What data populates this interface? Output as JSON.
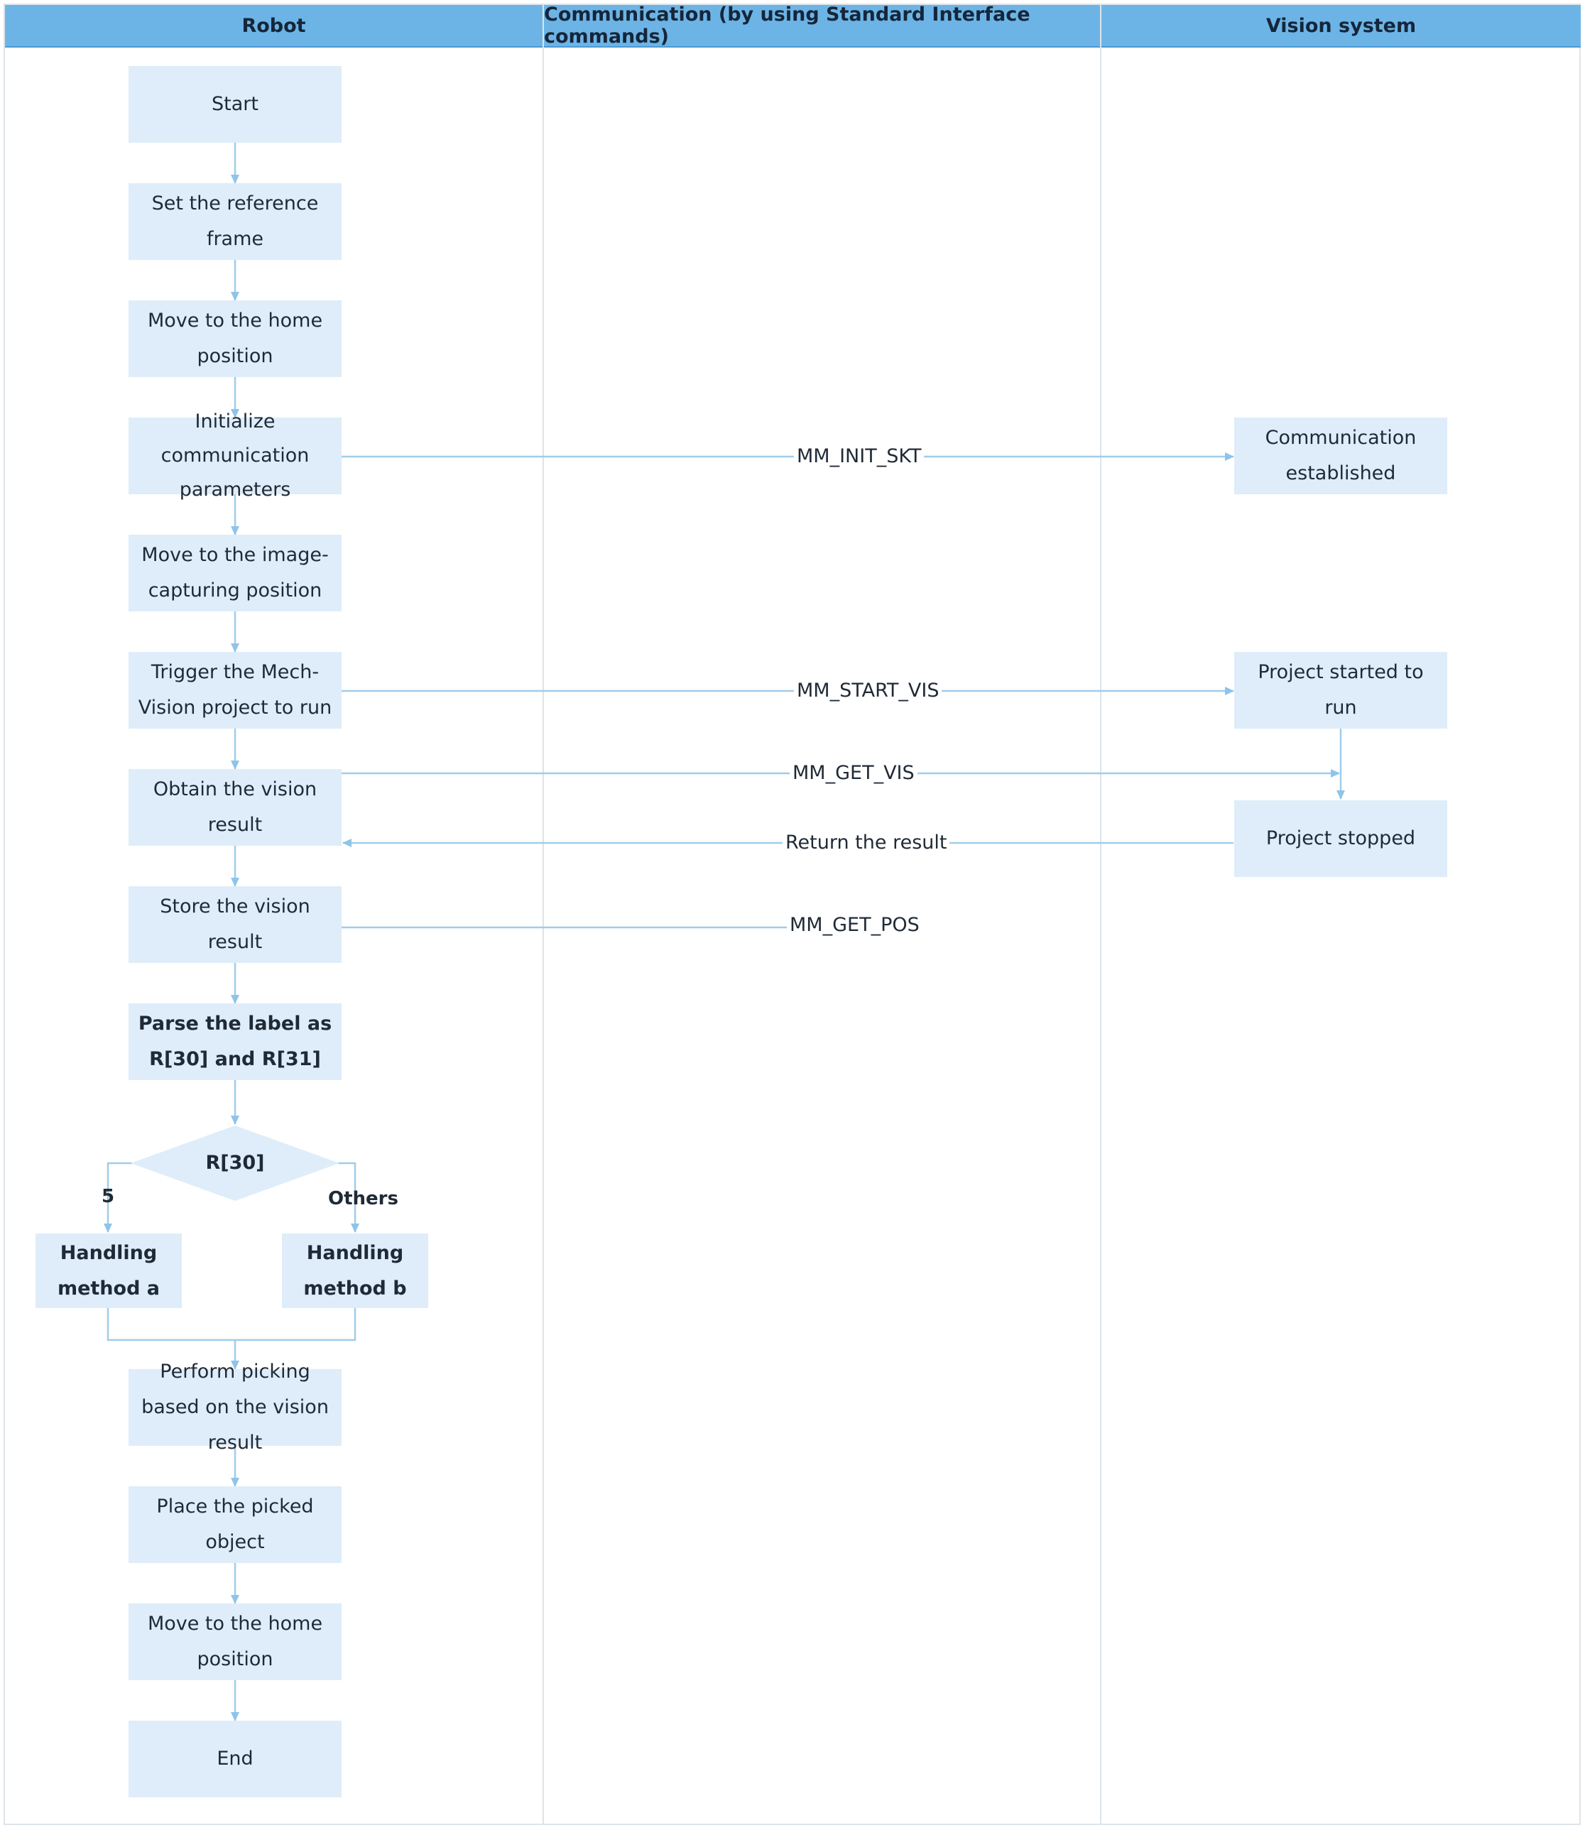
{
  "lanes": {
    "robot": "Robot",
    "communication": "Communication (by using Standard Interface commands)",
    "vision": "Vision system"
  },
  "robot_steps": {
    "start": "Start",
    "set_ref_frame": "Set the reference frame",
    "move_home_1": "Move to the home position",
    "init_comm": "Initialize communication parameters",
    "move_capture": "Move to the image-capturing position",
    "trigger_project": "Trigger the Mech-Vision project to run",
    "obtain_result": "Obtain the vision result",
    "store_result": "Store the vision result",
    "parse_label": "Parse the label as R[30] and R[31]",
    "decision": "R[30]",
    "method_a": "Handling method a",
    "method_b": "Handling method b",
    "perform_picking": "Perform picking based on the vision result",
    "place_object": "Place the picked object",
    "move_home_2": "Move to the home position",
    "end": "End"
  },
  "branch_labels": {
    "left": "5",
    "right": "Others"
  },
  "vision_steps": {
    "comm_established": "Communication established",
    "project_started": "Project started to run",
    "project_stopped": "Project stopped"
  },
  "messages": {
    "init_skt": "MM_INIT_SKT",
    "start_vis": "MM_START_VIS",
    "get_vis": "MM_GET_VIS",
    "return_result": "Return the result",
    "get_pos": "MM_GET_POS"
  },
  "colors": {
    "header": "#6db4e6",
    "box": "#deedf9",
    "connector": "#9fcdec"
  }
}
